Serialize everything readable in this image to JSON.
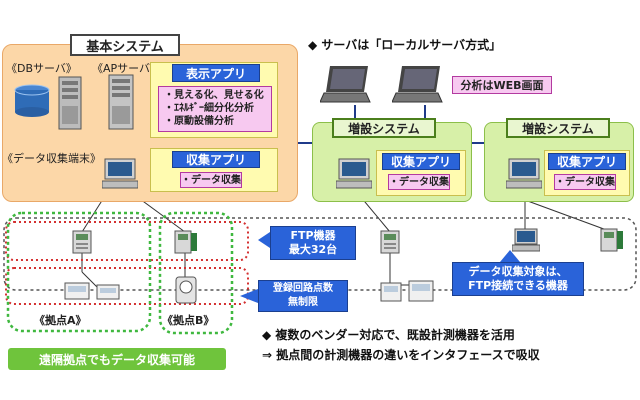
{
  "base_system": {
    "title": "基本システム",
    "db_server": "《DBサーバ》",
    "ap_server": "《APサーバ》",
    "display_app": "表示アプリ",
    "display_features": [
      "・見える化、見せる化",
      "・ｴﾈﾙｷﾞｰ細分化分析",
      "・原動設備分析"
    ],
    "terminal_label": "《データ収集端末》",
    "collect_app": "収集アプリ",
    "collect_feature": "・データ収集"
  },
  "server_note": "◆ サーバは「ローカルサーバ方式」",
  "web_label": "分析はWEB画面",
  "extension_systems": [
    {
      "title": "増設システム",
      "app": "収集アプリ",
      "feature": "・データ収集"
    },
    {
      "title": "増設システム",
      "app": "収集アプリ",
      "feature": "・データ収集"
    }
  ],
  "ftp_callout": [
    "FTP機器",
    "最大32台"
  ],
  "circuit_callout": [
    "登録回路点数",
    "無制限"
  ],
  "collect_target_callout": [
    "データ収集対象は、",
    "FTP接続できる機器"
  ],
  "site_a": "《拠点A》",
  "site_b": "《拠点B》",
  "remote_banner": "遠隔拠点でもデータ収集可能",
  "bottom_notes": [
    "◆ 複数のベンダー対応で、既設計測機器を活用",
    "⇒ 拠点間の計測機器の違いをインタフェースで吸収"
  ],
  "colors": {
    "base_panel": "#fcd7a8",
    "app_panel": "#fffbb0",
    "blue_header": "#2a63d9",
    "pink_box": "#f7c9f0",
    "green_panel": "#d7f0a8",
    "banner_green": "#6fc43c",
    "network_line": "#1f3a8a",
    "dotted_green": "#3fb83f",
    "dotted_red": "#d43030"
  }
}
